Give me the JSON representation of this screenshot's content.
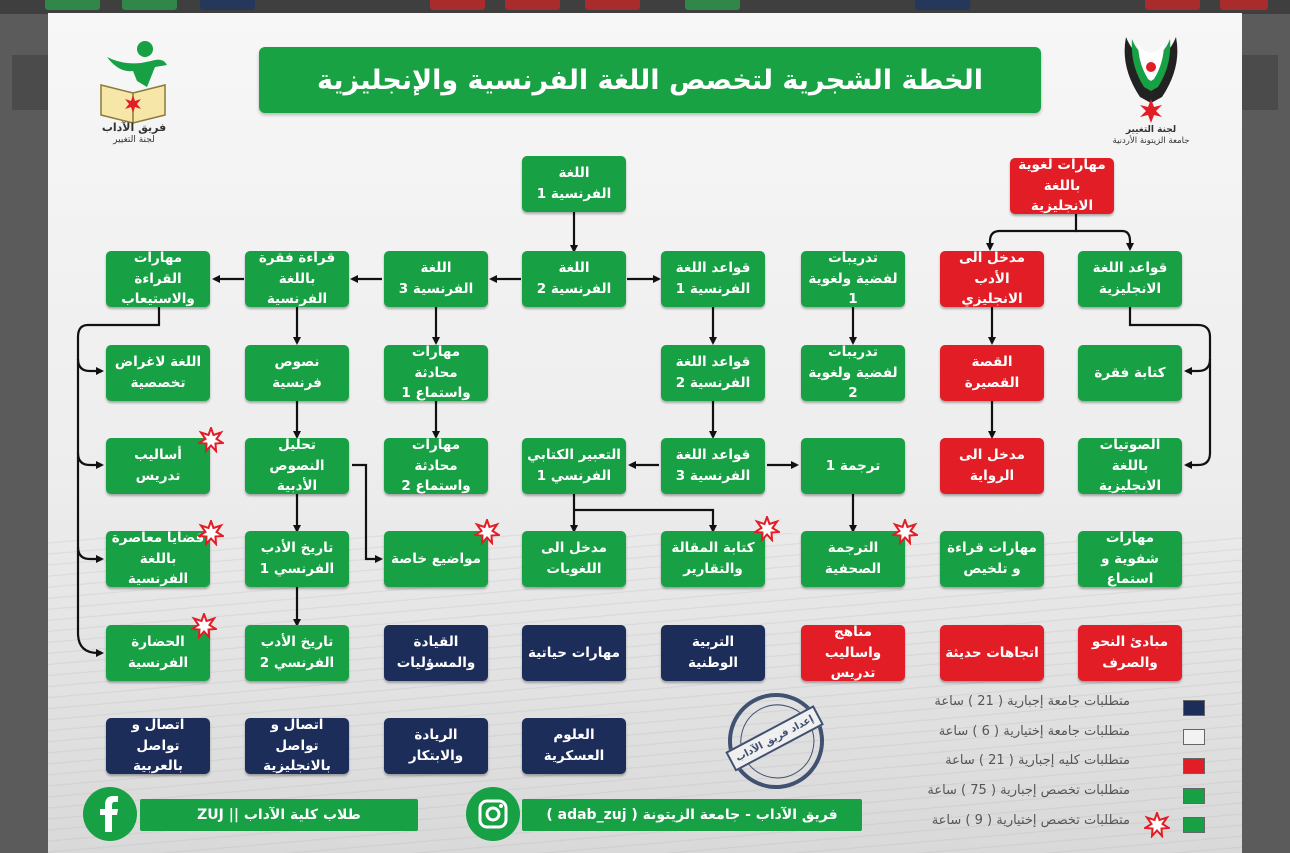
{
  "title": "الخطة الشجرية لتخصص اللغة الفرنسية والإنجليزية",
  "logo_left": {
    "name": "فريق الآداب",
    "sub": "لجنة التغيير"
  },
  "logo_right": {
    "name": "لجنة التغيير",
    "sub": "جامعة الزيتونة الأردنية"
  },
  "boxes": {
    "fr1": "اللغة الفرنسية 1",
    "fr2": "اللغة الفرنسية 2",
    "fr3": "اللغة الفرنسية 3",
    "read_para": "قراءة فقرة باللغة الفرنسية",
    "reading_skills": "مهارات القراءة والاستيعاب",
    "gram1": "قواعد اللغة الفرنسية 1",
    "gram2": "قواعد اللغة الفرنسية 2",
    "gram3": "قواعد اللغة الفرنسية 3",
    "drill1": "تدريبات لفضية ولغوية 1",
    "drill2": "تدريبات لفضية ولغوية 2",
    "translation1": "ترجمة 1",
    "press_translation": "الترجمة الصحفية",
    "written_expr": "التعبير الكتابي الفرنسي 1",
    "essay_reports": "كتابة المقالة والتقارير",
    "intro_linguistics": "مدخل الى اللغويات",
    "conv1": "مهارات محادثة واستماع 1",
    "conv2": "مهارات محادثة واستماع 2",
    "special_topics": "مواضيع خاصة",
    "fr_texts": "نصوص فرنسية",
    "lit_analysis": "تحليل النصوص الأدبية",
    "lit_hist1": "تاريخ الأدب الفرنسي 1",
    "lit_hist2": "تاريخ الأدب الفرنسي 2",
    "lsp": "اللغة لاغراض تخصصية",
    "teach_methods": "أساليب تدريس",
    "contemp_issues": "قضايا معاصرة باللغة الفرنسية",
    "fr_civ": "الحضارة الفرنسية",
    "en_skills": "مهارات لغوية باللغة الانجليزية",
    "intro_en_lit": "مدخل الى الأدب الانجليزي",
    "short_story": "القصة القصيرة",
    "intro_novel": "مدخل الى الرواية",
    "en_grammar": "قواعد اللغة الانجليزية",
    "para_writing": "كتابة فقرة",
    "phonetics": "الصوتيات باللغة الانجليزية",
    "oral_skills": "مهارات شفوية و استماع",
    "read_summ": "مهارات قراءة و تلخيص",
    "syntax": "مبادئ النحو والصرف",
    "trends": "اتجاهات حديثة",
    "curricula": "مناهج واساليب تدريس",
    "national_ed": "التربية الوطنية",
    "life_skills": "مهارات حياتية",
    "leadership": "القيادة والمسؤليات",
    "military": "العلوم العسكرية",
    "entrepreneur": "الريادة والابتكار",
    "comm_en": "اتصال و تواصل بالانجليزية",
    "comm_ar": "اتصال و تواصل بالعربية"
  },
  "stamp": "إعداد فريق الآداب",
  "legend": [
    {
      "label": "متطلبات جامعة إجبارية ( 21 ) ساعة",
      "color": "#1c2d5a"
    },
    {
      "label": "متطلبات جامعة إختيارية ( 6 ) ساعة",
      "color": "#f2f2f2"
    },
    {
      "label": "متطلبات كليه إجبارية ( 21 ) ساعة",
      "color": "#e21d25"
    },
    {
      "label": "متطلبات تخصص إجبارية ( 75 ) ساعة",
      "color": "#17a044"
    },
    {
      "label": "متطلبات تخصص إختيارية ( 9 ) ساعة",
      "color": "#17a044"
    }
  ],
  "footer": {
    "facebook": "طلاب كلية الآداب || ZUJ",
    "instagram": "فريق الآداب - جامعة الزيتونة ( adab_zuj )"
  },
  "colors": {
    "green": "#17a044",
    "red": "#e21d25",
    "navy": "#1c2d5a"
  }
}
